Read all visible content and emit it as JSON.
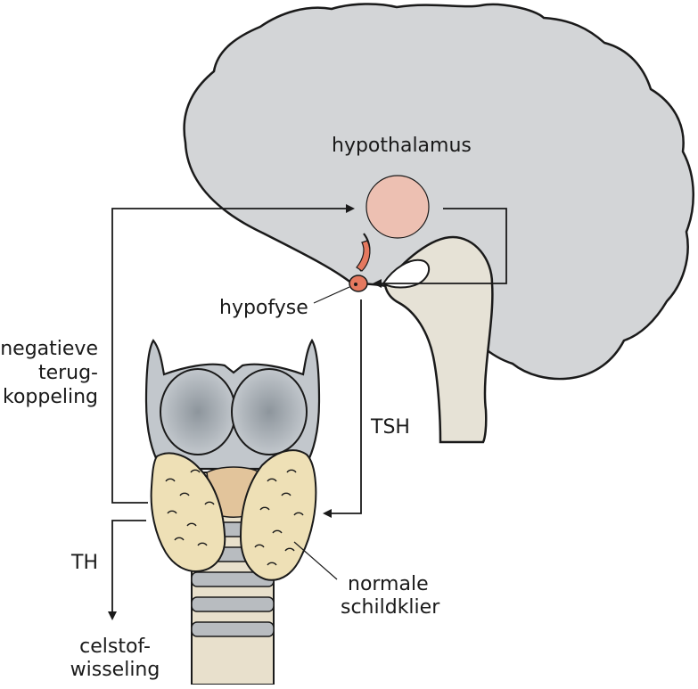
{
  "labels": {
    "hypothalamus": "hypothalamus",
    "hypofyse": "hypofyse",
    "feedback_line1": "negatieve",
    "feedback_line2": "terug-",
    "feedback_line3": "koppeling",
    "tsh": "TSH",
    "th": "TH",
    "metabolism_line1": "celstof-",
    "metabolism_line2": "wisseling",
    "thyroid_line1": "normale",
    "thyroid_line2": "schildklier"
  },
  "colors": {
    "brain": "#d3d5d7",
    "brainstem": "#e6e2d6",
    "hypothalamus": "#edc0b2",
    "pituitary": "#e5795f",
    "cartilage": "#c2c7cc",
    "cartilage_shade": "#9aa1a8",
    "thyroid": "#eee0b6",
    "isthmus": "#e2c49b",
    "trachea_ring": "#b8bcc0",
    "trachea_gap": "#e8e0cc",
    "outline": "#1a1a1a"
  }
}
